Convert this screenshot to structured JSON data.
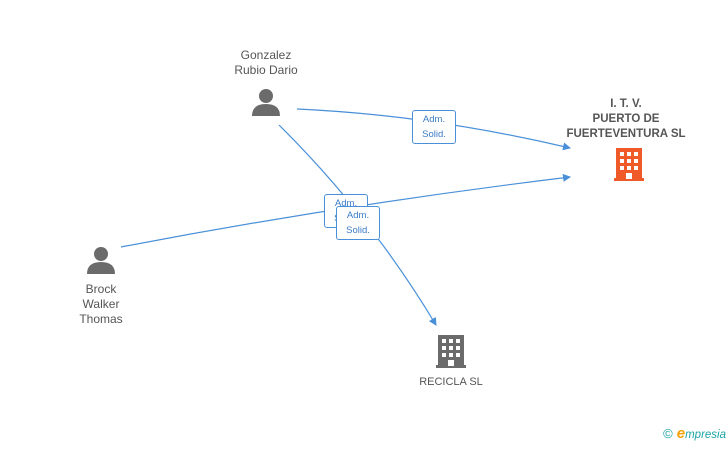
{
  "nodes": {
    "person1": {
      "name": "Gonzalez\nRubio Dario"
    },
    "person2": {
      "name": "Brock\nWalker\nThomas"
    },
    "company1": {
      "name": "I.  T. V.\nPUERTO DE\nFUERTEVENTURA SL"
    },
    "company2": {
      "name": "RECICLA SL"
    }
  },
  "edges": [
    {
      "from": "person1",
      "to": "company1",
      "label": "Adm.\nSolid."
    },
    {
      "from": "person1",
      "to": "company2",
      "label": "Adm.\nSolid."
    },
    {
      "from": "person2",
      "to": "company1",
      "label": "Adm.\nSolid."
    }
  ],
  "colors": {
    "edge": "#4a90d9",
    "person_icon": "#6b6b6b",
    "company_main": "#f05a28",
    "company_other": "#6b6b6b"
  },
  "footer": {
    "copyright_symbol": "©",
    "brand": "mpresia",
    "brand_initial": "e"
  }
}
